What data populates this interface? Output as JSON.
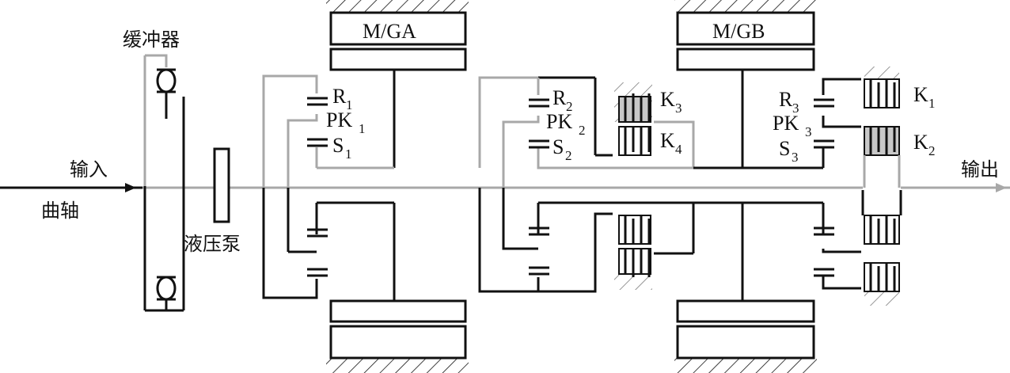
{
  "labels": {
    "buffer": "缓冲器",
    "input": "输入",
    "crankshaft": "曲轴",
    "pump": "液压泵",
    "output": "输出",
    "motor_a": "M/GA",
    "motor_b": "M/GB",
    "r1": "R",
    "r1_sub": "1",
    "pk1": "PK",
    "pk1_sub": "1",
    "s1": "S",
    "s1_sub": "1",
    "r2": "R",
    "r2_sub": "2",
    "pk2": "PK",
    "pk2_sub": "2",
    "s2": "S",
    "s2_sub": "2",
    "r3": "R",
    "r3_sub": "3",
    "pk3": "PK",
    "pk3_sub": "3",
    "s3": "S",
    "s3_sub": "3",
    "k1": "K",
    "k1_sub": "1",
    "k2": "K",
    "k2_sub": "2",
    "k3": "K",
    "k3_sub": "3",
    "k4": "K",
    "k4_sub": "4"
  },
  "colors": {
    "line": "#111111",
    "gray_line": "#a8a8a8",
    "clutch_fill": "#c8c8c8",
    "background": "#ffffff"
  }
}
